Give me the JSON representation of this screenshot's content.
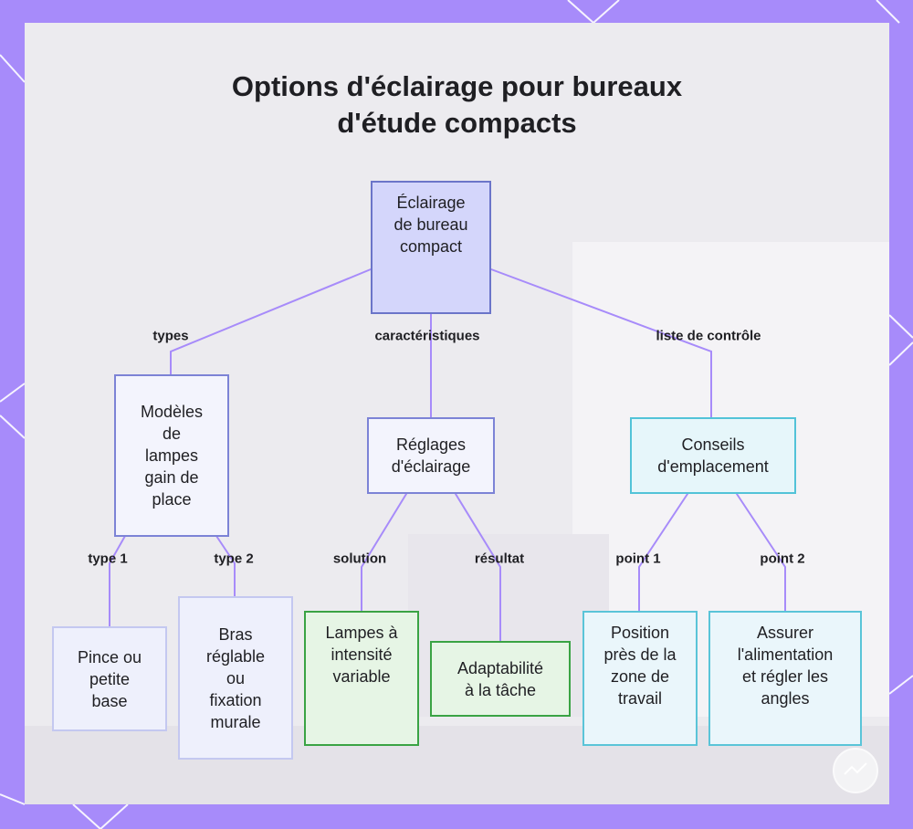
{
  "diagram": {
    "title_line1": "Options d'éclairage pour bureaux",
    "title_line2": "d'étude compacts",
    "nodes": {
      "root": "Éclairage\nde bureau\ncompact",
      "models": "Modèles\nde\nlampes\ngain de\nplace",
      "settings": "Réglages\nd'éclairage",
      "placement": "Conseils\nd'emplacement",
      "clamp": "Pince ou\npetite\nbase",
      "arm": "Bras\nréglable\nou\nfixation\nmurale",
      "dimmable": "Lampes à\nintensité\nvariable",
      "adaptability": "Adaptabilité\nà la tâche",
      "position": "Position\nprès de la\nzone de\ntravail",
      "power": "Assurer\nl'alimentation\net régler les\nangles"
    },
    "edge_labels": {
      "types": "types",
      "characteristics": "caractéristiques",
      "checklist": "liste de contrôle",
      "type1": "type 1",
      "type2": "type 2",
      "solution": "solution",
      "result": "résultat",
      "point1": "point 1",
      "point2": "point 2"
    }
  },
  "colors": {
    "edge": "#a78bfa",
    "frame": "#a78bfa",
    "root_fill": "#d4d6fb",
    "green_border": "#3aa344",
    "cyan_border": "#52c3d8"
  }
}
